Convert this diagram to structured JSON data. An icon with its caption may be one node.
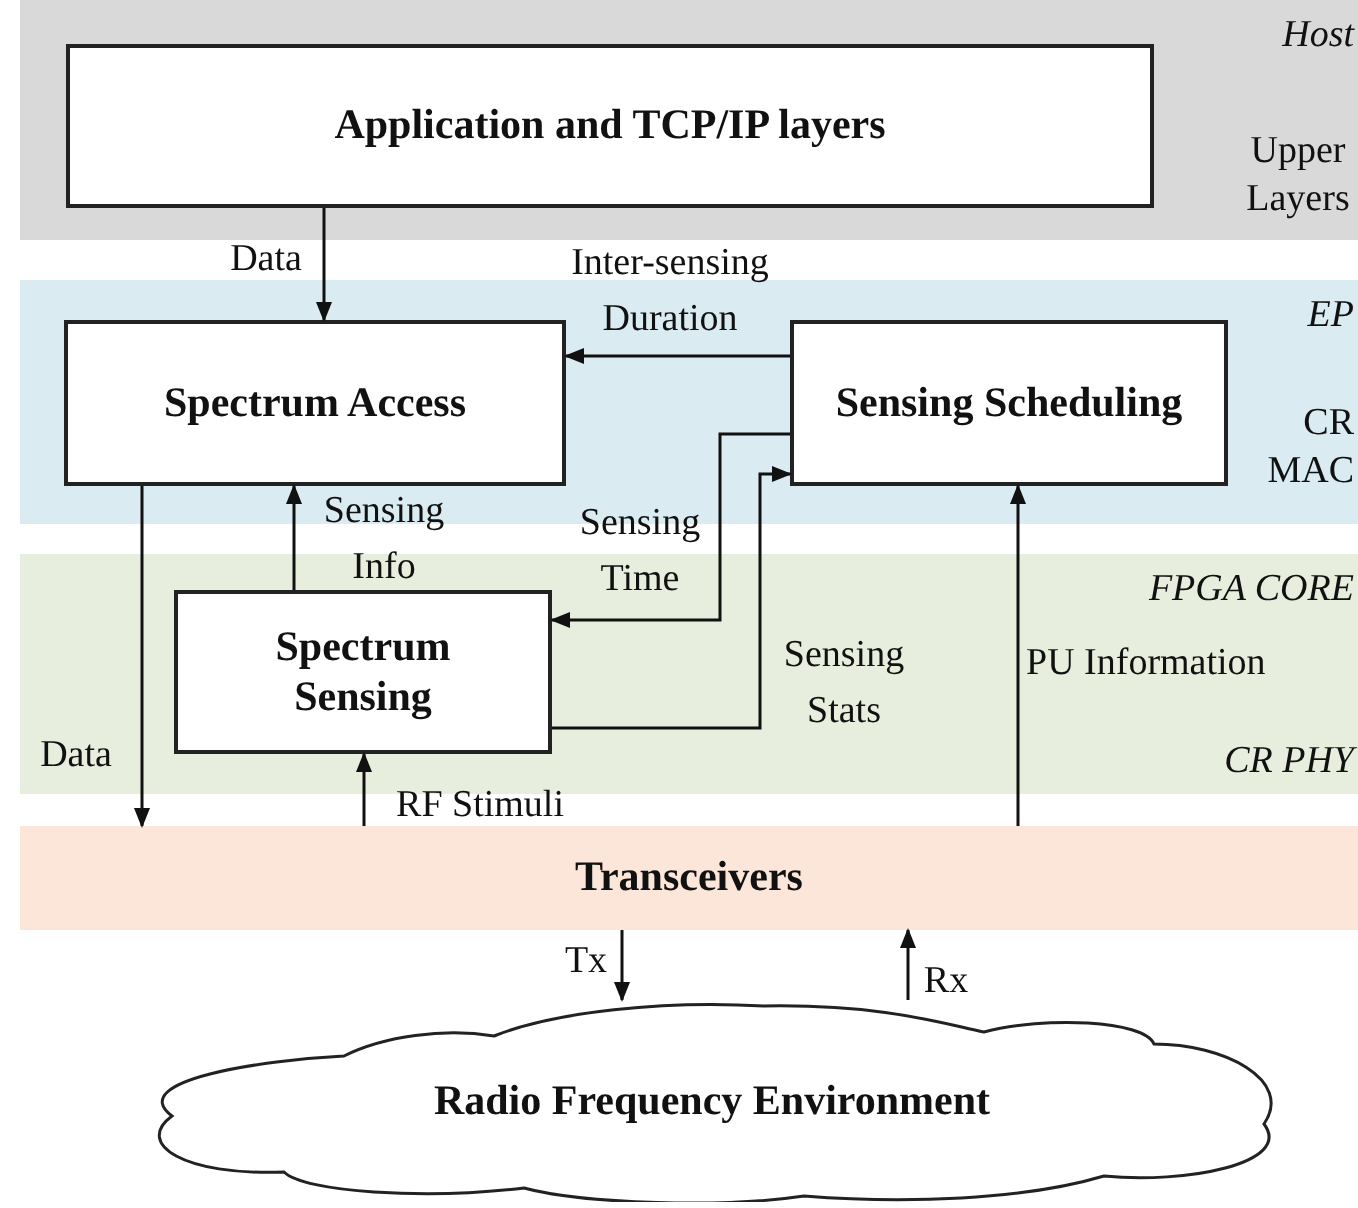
{
  "diagram": {
    "nodes": [
      {
        "text": [
          "Host",
          "Upper Layers"
        ]
      },
      {
        "text": [
          "Application and TCP/IP layers"
        ],
        "in": 0
      },
      {
        "text": [
          "EP",
          "CR MAC"
        ]
      },
      {
        "text": [
          "Spectrum Access"
        ],
        "in": 2
      },
      {
        "text": [
          "Sensing Scheduling"
        ],
        "in": 2
      },
      {
        "text": [
          "FPGA CORE",
          "CR PHY"
        ]
      },
      {
        "text": [
          "Spectrum Sensing"
        ],
        "in": 5
      },
      {
        "text": [
          "Transceivers"
        ]
      },
      {
        "text": [
          "Radio Frequency Environment"
        ]
      }
    ],
    "edges": [
      {
        "from": 1,
        "to": 3,
        "arrow": "to",
        "label": "Data"
      },
      {
        "from": 4,
        "to": 3,
        "arrow": "to",
        "label": "Inter-sensing Duration"
      },
      {
        "from": 4,
        "to": 6,
        "arrow": "to",
        "label": "Sensing Time"
      },
      {
        "from": 6,
        "to": 4,
        "arrow": "to",
        "label": "Sensing Stats"
      },
      {
        "from": 6,
        "to": 3,
        "arrow": "to",
        "label": "Sensing Info"
      },
      {
        "from": 3,
        "to": 7,
        "arrow": "to",
        "label": "Data"
      },
      {
        "from": 7,
        "to": 6,
        "arrow": "to",
        "label": "RF Stimuli"
      },
      {
        "from": 7,
        "to": 4,
        "arrow": "to",
        "label": "PU Information"
      },
      {
        "from": 7,
        "to": 8,
        "arrow": "to",
        "label": "Tx"
      },
      {
        "from": 8,
        "to": 7,
        "arrow": "to",
        "label": "Rx"
      }
    ]
  }
}
